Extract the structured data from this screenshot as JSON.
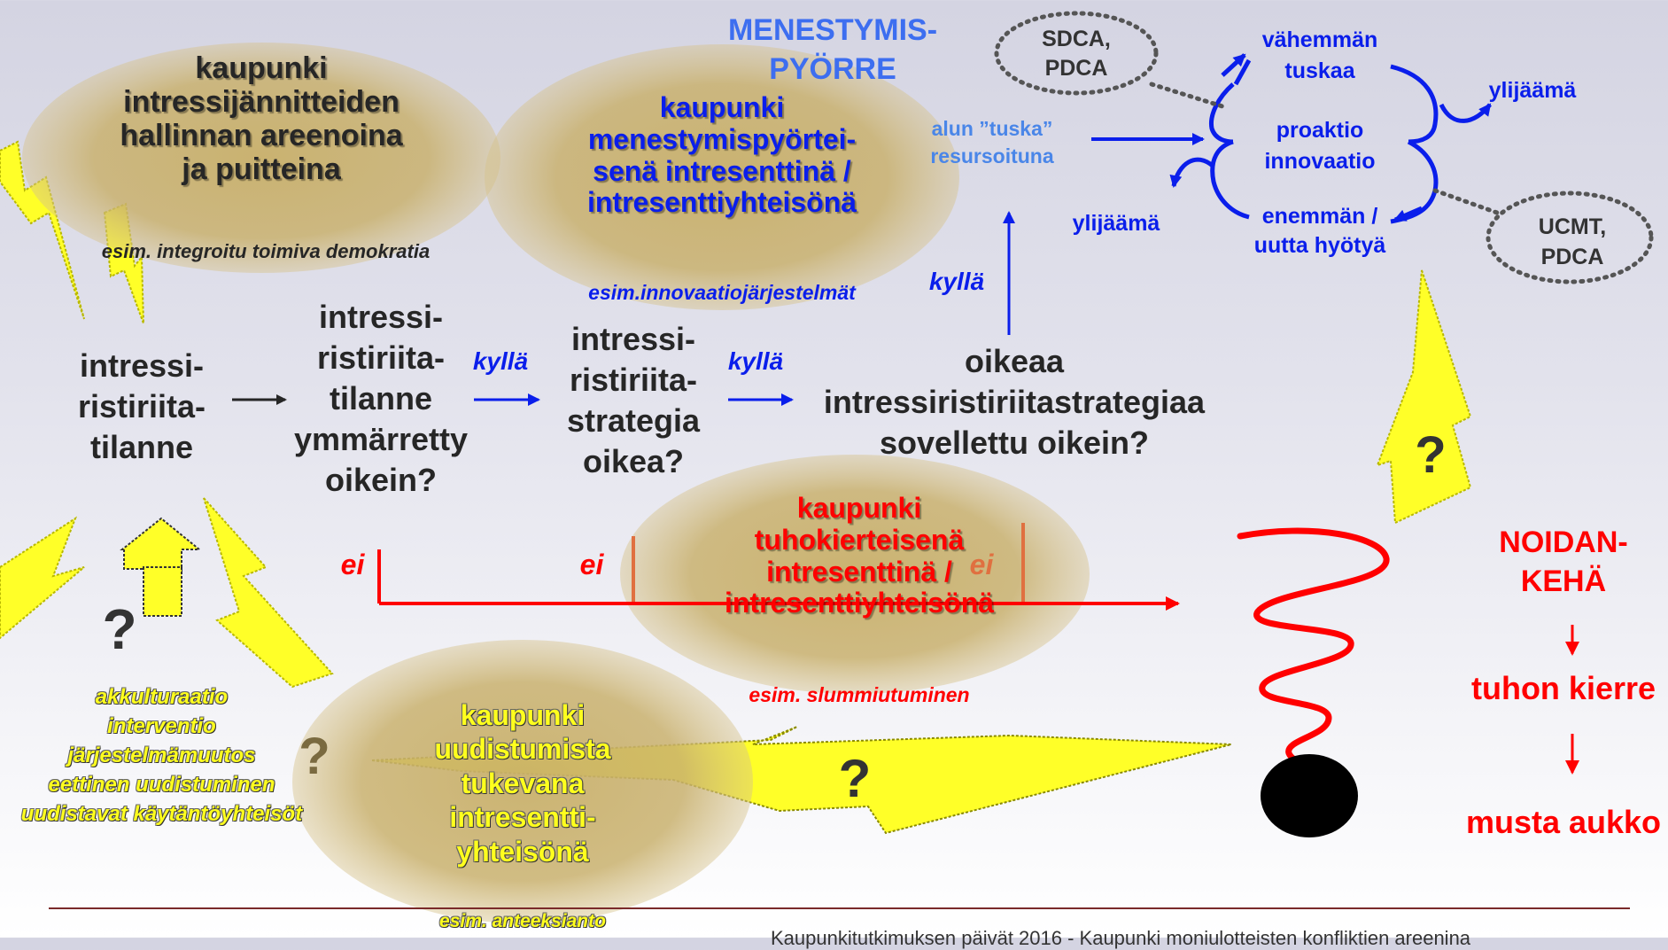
{
  "colors": {
    "dark_text": "#262626",
    "blue": "#0a1eeb",
    "light_blue": "#4a86e8",
    "red": "#ff0000",
    "yellow": "#ffff1e",
    "ellipse": "#c8b46e"
  },
  "ellipses": {
    "areena": {
      "title": "kaupunki\nintressijännitteiden\nhallinnan areenoina\nja puitteina",
      "example": "esim. integroitu toimiva demokratia"
    },
    "menestys": {
      "title": "kaupunki\nmenestymispyörtei-\nsenä intresenttinä /\nintresenttiyhteisönä",
      "example": "esim.innovaatiojärjestelmät"
    },
    "tuho": {
      "title": "kaupunki\ntuhokierteisenä\nintresenttinä /\nintresenttiyhteisönä",
      "example": "esim. slummiutuminen"
    },
    "uudistus": {
      "title": "kaupunki\nuudistumista\ntukevana\nintresentti-\nyhteisönä",
      "example": "esim. anteeksianto"
    }
  },
  "flow": {
    "step1": "intressi-\nristiriita-\ntilanne",
    "step2": "intressi-\nristiriita-\ntilanne\nymmärretty\noikein?",
    "step3": "intressi-\nristiriita-\nstrategia\noikea?",
    "step4": "oikeaa\nintressiristiriitastrategiaa\nsovellettu oikein?",
    "yes_label": "kyllä",
    "no_label": "ei"
  },
  "spiral": {
    "title": "MENESTYMIS-\nPYÖRRE",
    "pain_resourced": "alun ”tuska”\nresursoituna",
    "less_pain": "vähemmän\ntuskaa",
    "proactive": "proaktio\ninnovaatio",
    "more_benefit": "enemmän /\nuutta hyötyä",
    "surplus": "ylijäämä",
    "cycle_top": "SDCA,\nPDCA",
    "cycle_bottom": "UCMT,\nPDCA"
  },
  "vicious": {
    "title": "NOIDAN-\nKEHÄ",
    "arrow": "↓",
    "spiral": "tuhon kierre",
    "end": "musta aukko"
  },
  "interventions": "akkulturaatio\ninterventio\njärjestelmämuutos\neettinen uudistuminen\nuudistavat käytäntöyhteisöt",
  "question_mark": "?",
  "footer": "Kaupunkitutkimuksen päivät 2016 - Kaupunki moniulotteisten konfliktien areenina"
}
